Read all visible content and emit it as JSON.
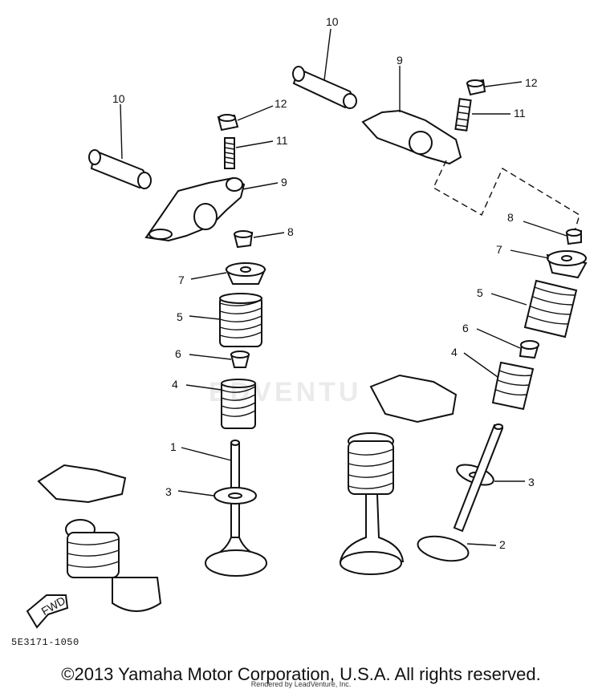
{
  "diagram": {
    "part_code": "5E3171-1050",
    "fwd_label": "FWD",
    "callouts": {
      "left_pin": "10",
      "left_nut": "12",
      "left_screw": "11",
      "left_rocker": "9",
      "left_cap": "8",
      "left_retainer": "7",
      "left_outer_spring": "5",
      "left_seat": "6",
      "left_inner_spring": "4",
      "left_valve": "1",
      "left_seal": "3",
      "right_pin": "10",
      "right_rocker": "9",
      "right_nut": "12",
      "right_screw": "11",
      "right_cap": "8",
      "right_retainer": "7",
      "right_outer_spring": "5",
      "right_seat": "6",
      "right_inner_spring": "4",
      "right_seal": "3",
      "right_valve": "2"
    }
  },
  "watermark": "EDVENTU",
  "footer": {
    "copyright": "©2013 Yamaha Motor Corporation, U.S.A. All rights reserved.",
    "rendered_by": "Rendered by LeadVenture, Inc."
  }
}
